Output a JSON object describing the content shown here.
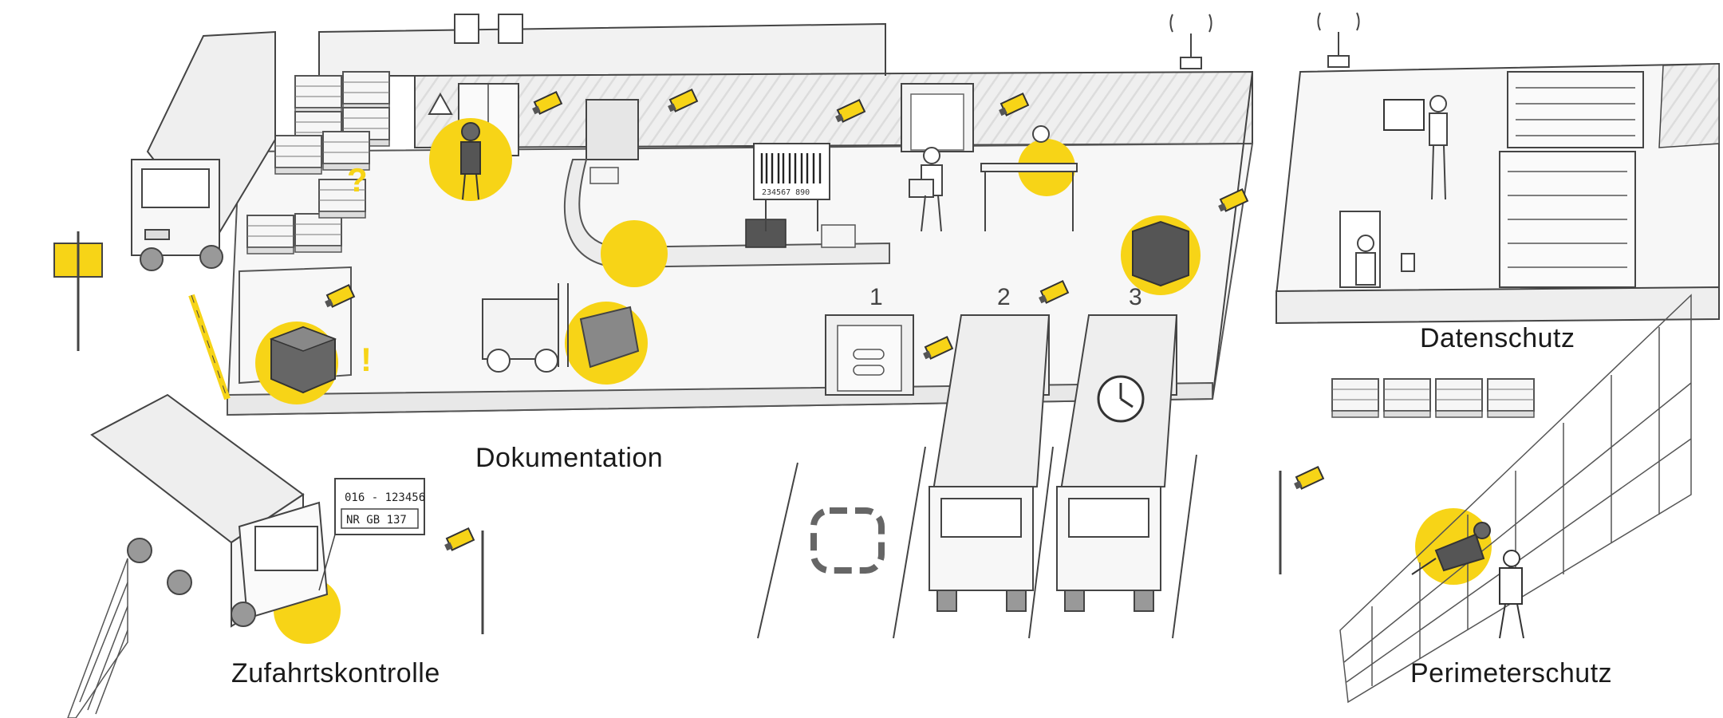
{
  "labels": {
    "documentation": "Dokumentation",
    "privacy": "Datenschutz",
    "access_control": "Zufahrtskontrolle",
    "perimeter": "Perimeterschutz"
  },
  "dock_numbers": [
    "1",
    "2",
    "3"
  ],
  "barcode_number": "234567 890",
  "license_plate": {
    "line1": "016 - 123456",
    "line2": "NR GB 137"
  },
  "colors": {
    "accent": "#F7D417",
    "ink": "#3a3a3a",
    "wall": "#ececec",
    "floor": "#f4f4f4"
  }
}
